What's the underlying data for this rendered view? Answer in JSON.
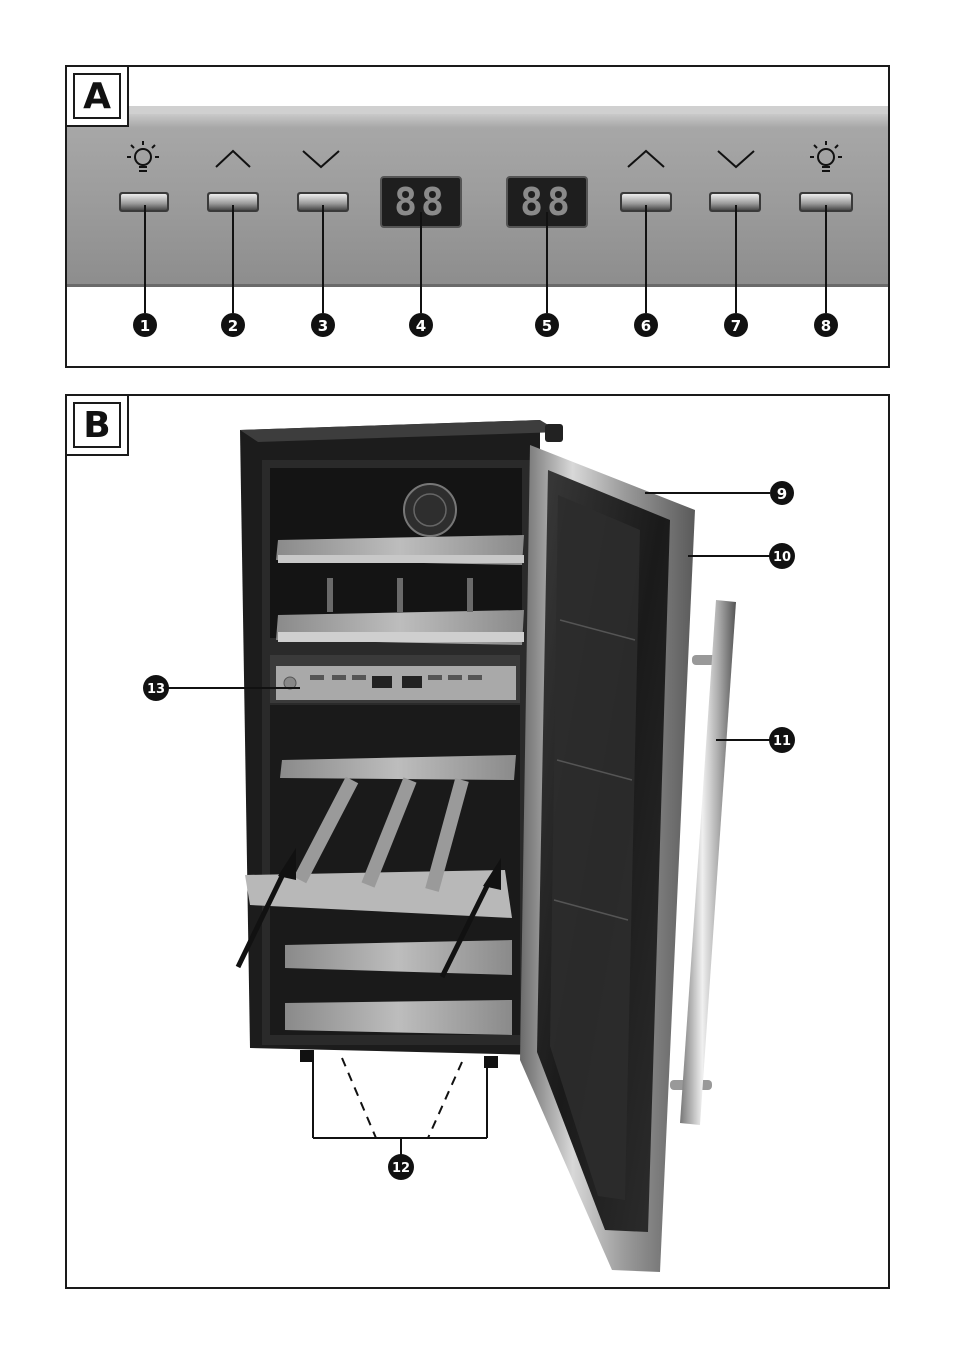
{
  "panels": {
    "a": {
      "label": "A"
    },
    "b": {
      "label": "B"
    }
  },
  "panel_a": {
    "display_left": "88",
    "display_right": "88",
    "callouts": [
      "1",
      "2",
      "3",
      "4",
      "5",
      "6",
      "7",
      "8"
    ]
  },
  "panel_b": {
    "callouts": {
      "door_seal": "9",
      "door": "10",
      "handle": "11",
      "feet": "12",
      "control_panel": "13"
    }
  },
  "icons": [
    "light-icon",
    "chevron-up-icon",
    "chevron-down-icon"
  ],
  "colors": {
    "frame": "#1a1a1a",
    "panel_metal": "#9a9a9a",
    "display_bg": "#2a2a2a",
    "callout_fill": "#111111"
  }
}
